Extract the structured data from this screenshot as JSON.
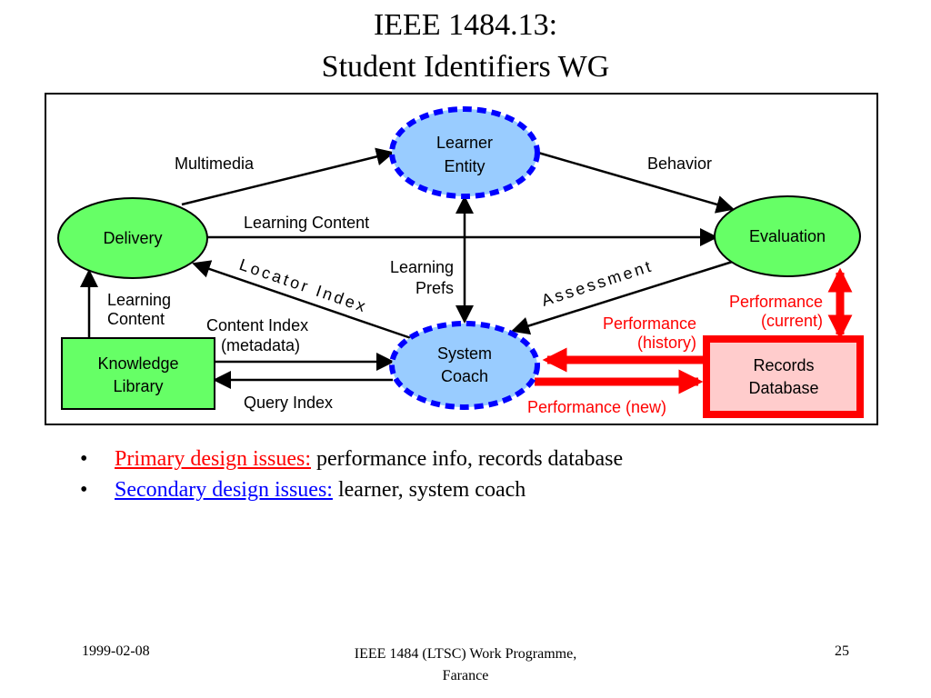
{
  "title": {
    "line1": "IEEE 1484.13:",
    "line2": "Student Identifiers WG"
  },
  "nodes": {
    "learner_entity": [
      "Learner",
      "Entity"
    ],
    "delivery": "Delivery",
    "evaluation": "Evaluation",
    "system_coach": [
      "System",
      "Coach"
    ],
    "knowledge_library": [
      "Knowledge",
      "Library"
    ],
    "records_database": [
      "Records",
      "Database"
    ]
  },
  "edges": {
    "multimedia": "Multimedia",
    "behavior": "Behavior",
    "learning_content_top": "Learning Content",
    "locator_index": "Locator Index",
    "learning_prefs": [
      "Learning",
      "Prefs"
    ],
    "assessment": "Assessment",
    "learning_content_left": [
      "Learning",
      "Content"
    ],
    "content_index": [
      "Content Index",
      "(metadata)"
    ],
    "query_index": "Query Index",
    "performance_current": [
      "Performance",
      "(current)"
    ],
    "performance_history": [
      "Performance",
      "(history)"
    ],
    "performance_new": "Performance (new)"
  },
  "colors": {
    "green": "#66ff66",
    "light_blue": "#99ccff",
    "dashed_blue": "#0000ff",
    "red": "#ff0000",
    "pink": "#ffcccc"
  },
  "bullets": [
    {
      "highlight": "Primary design issues:",
      "rest": " performance info, records database"
    },
    {
      "highlight": "Secondary design issues:",
      "rest": " learner, system coach"
    }
  ],
  "footer": {
    "date": "1999-02-08",
    "center_line1": "IEEE 1484 (LTSC) Work Programme,",
    "center_line2": "Farance",
    "page": "25"
  }
}
